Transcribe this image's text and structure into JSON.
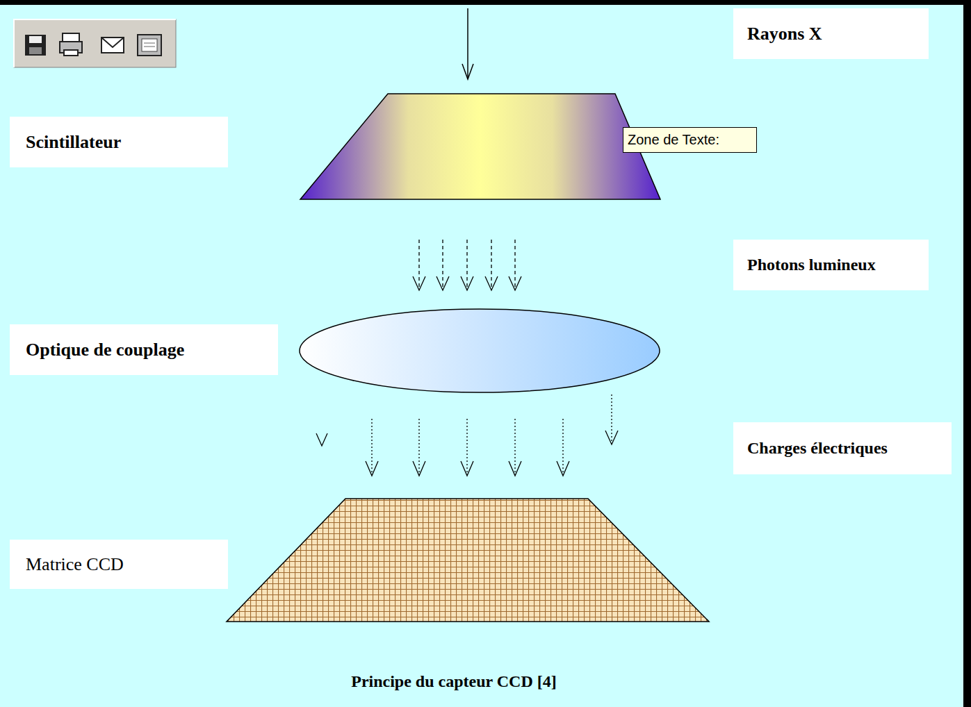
{
  "diagram": {
    "caption": "Principe du capteur CCD [4]",
    "nodes": [
      {
        "text": [
          "Rayons X"
        ]
      },
      {
        "text": [
          "Scintillateur"
        ]
      },
      {
        "text": [
          "Zone de Texte:"
        ]
      },
      {
        "text": [
          "Photons lumineux"
        ]
      },
      {
        "text": [
          "Optique de couplage"
        ]
      },
      {
        "text": [
          "Charges électriques"
        ]
      },
      {
        "text": [
          "Matrice CCD"
        ]
      }
    ]
  }
}
